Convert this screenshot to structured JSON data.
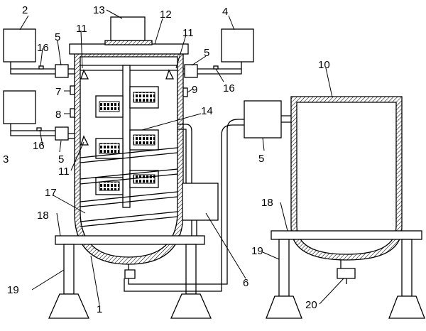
{
  "labels": {
    "reactor_vessel": "1",
    "tank_top_left": "2",
    "tank_mid_left": "3",
    "tank_top_right": "4",
    "pump": "5",
    "connector_pipe": "6",
    "port_upper": "7",
    "port_middle": "8",
    "port_right": "9",
    "storage_tank": "10",
    "nozzle": "11",
    "lid": "12",
    "motor": "13",
    "stirring_paddle": "14",
    "valve": "16",
    "inclined_plate": "17",
    "support_platform": "18",
    "support_leg": "19",
    "outlet_valve": "20"
  }
}
